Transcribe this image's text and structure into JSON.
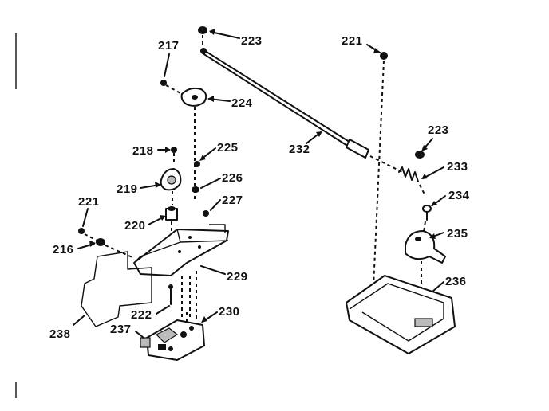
{
  "labels": {
    "p216": "216",
    "p217": "217",
    "p218": "218",
    "p219": "219",
    "p220": "220",
    "p221a": "221",
    "p221b": "221",
    "p222": "222",
    "p223a": "223",
    "p223b": "223",
    "p224": "224",
    "p225": "225",
    "p226": "226",
    "p227": "227",
    "p229": "229",
    "p230": "230",
    "p232": "232",
    "p233": "233",
    "p234": "234",
    "p235": "235",
    "p236": "236",
    "p237": "237",
    "p238": "238"
  }
}
